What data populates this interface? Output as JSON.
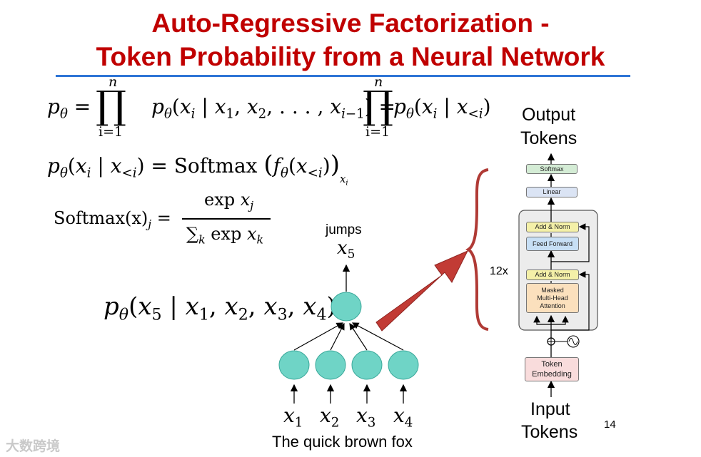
{
  "slide": {
    "title_line1": "Auto-Regressive Factorization -",
    "title_line2": "Token Probability from a Neural Network",
    "page_number": "14",
    "watermark": "大数跨境"
  },
  "equations": {
    "eq1_p": "p",
    "eq1_theta": "θ",
    "eq1_eq": "=",
    "prod_upper": "n",
    "prod_lower": "i=1",
    "eq1_middle": "(x_i | x_1, x_2, ..., x_{i−1}) =",
    "eq1_right": "(x_i | x_{<i})",
    "eq2": "p_θ(x_i | x_{<i}) = Softmax ( f_θ(x_{<i}) )_{x_i}",
    "eq3_lhs": "Softmax(x)_j =",
    "eq3_num": "exp x_j",
    "eq3_den": "∑_k exp x_k",
    "eq4": "p_θ(x_5 | x_1, x_2, x_3, x_4)"
  },
  "network": {
    "output_word": "jumps",
    "output_var": "x5",
    "input_vars": [
      "x1",
      "x2",
      "x3",
      "x4"
    ],
    "caption": "The quick brown fox"
  },
  "transformer": {
    "output_label_1": "Output",
    "output_label_2": "Tokens",
    "input_label_1": "Input",
    "input_label_2": "Tokens",
    "repeat_label": "12x",
    "softmax": "Softmax",
    "linear": "Linear",
    "add_norm_top": "Add & Norm",
    "feed_forward": "Feed Forward",
    "add_norm_bottom": "Add & Norm",
    "attention_1": "Masked",
    "attention_2": "Multi-Head",
    "attention_3": "Attention",
    "embedding_1": "Token",
    "embedding_2": "Embedding",
    "colors": {
      "softmax": "#d4ecd5",
      "linear": "#dbe4f4",
      "add_norm": "#f4f0a8",
      "feed_forward": "#c7dff5",
      "attention": "#fbe0bd",
      "embedding": "#f9dcdc"
    }
  },
  "colors": {
    "title": "#c00000",
    "rule": "#2e75d6",
    "node_fill": "#6fd4c6",
    "arrow": "#c23b35",
    "brace": "#b03a35"
  }
}
